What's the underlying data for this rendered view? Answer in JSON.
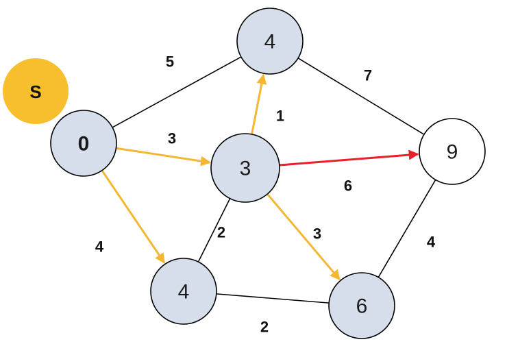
{
  "colors": {
    "visited_node_fill": "#d6deeb",
    "unvisited_node_fill": "#ffffff",
    "node_stroke": "#000000",
    "plain_edge": "#000000",
    "tree_edge": "#f4b731",
    "highlight_edge": "#e8202a",
    "source_badge": "#f7be2e"
  },
  "source_badge": {
    "label": "S"
  },
  "nodes": [
    {
      "id": "A",
      "label": "0",
      "bold": true,
      "visited": true
    },
    {
      "id": "B",
      "label": "4",
      "bold": false,
      "visited": true
    },
    {
      "id": "C",
      "label": "3",
      "bold": false,
      "visited": true
    },
    {
      "id": "D",
      "label": "4",
      "bold": false,
      "visited": true
    },
    {
      "id": "E",
      "label": "6",
      "bold": false,
      "visited": true
    },
    {
      "id": "F",
      "label": "9",
      "bold": false,
      "visited": false
    }
  ],
  "edges": [
    {
      "id": "A-B",
      "weight": "5",
      "style": "plain"
    },
    {
      "id": "A-C",
      "weight": "3",
      "style": "tree"
    },
    {
      "id": "A-D",
      "weight": "4",
      "style": "tree"
    },
    {
      "id": "C-B",
      "weight": "1",
      "style": "tree"
    },
    {
      "id": "B-F",
      "weight": "7",
      "style": "plain"
    },
    {
      "id": "C-F",
      "weight": "6",
      "style": "highlight"
    },
    {
      "id": "C-D",
      "weight": "2",
      "style": "plain"
    },
    {
      "id": "C-E",
      "weight": "3",
      "style": "tree"
    },
    {
      "id": "D-E",
      "weight": "2",
      "style": "plain"
    },
    {
      "id": "F-E",
      "weight": "4",
      "style": "plain"
    }
  ]
}
